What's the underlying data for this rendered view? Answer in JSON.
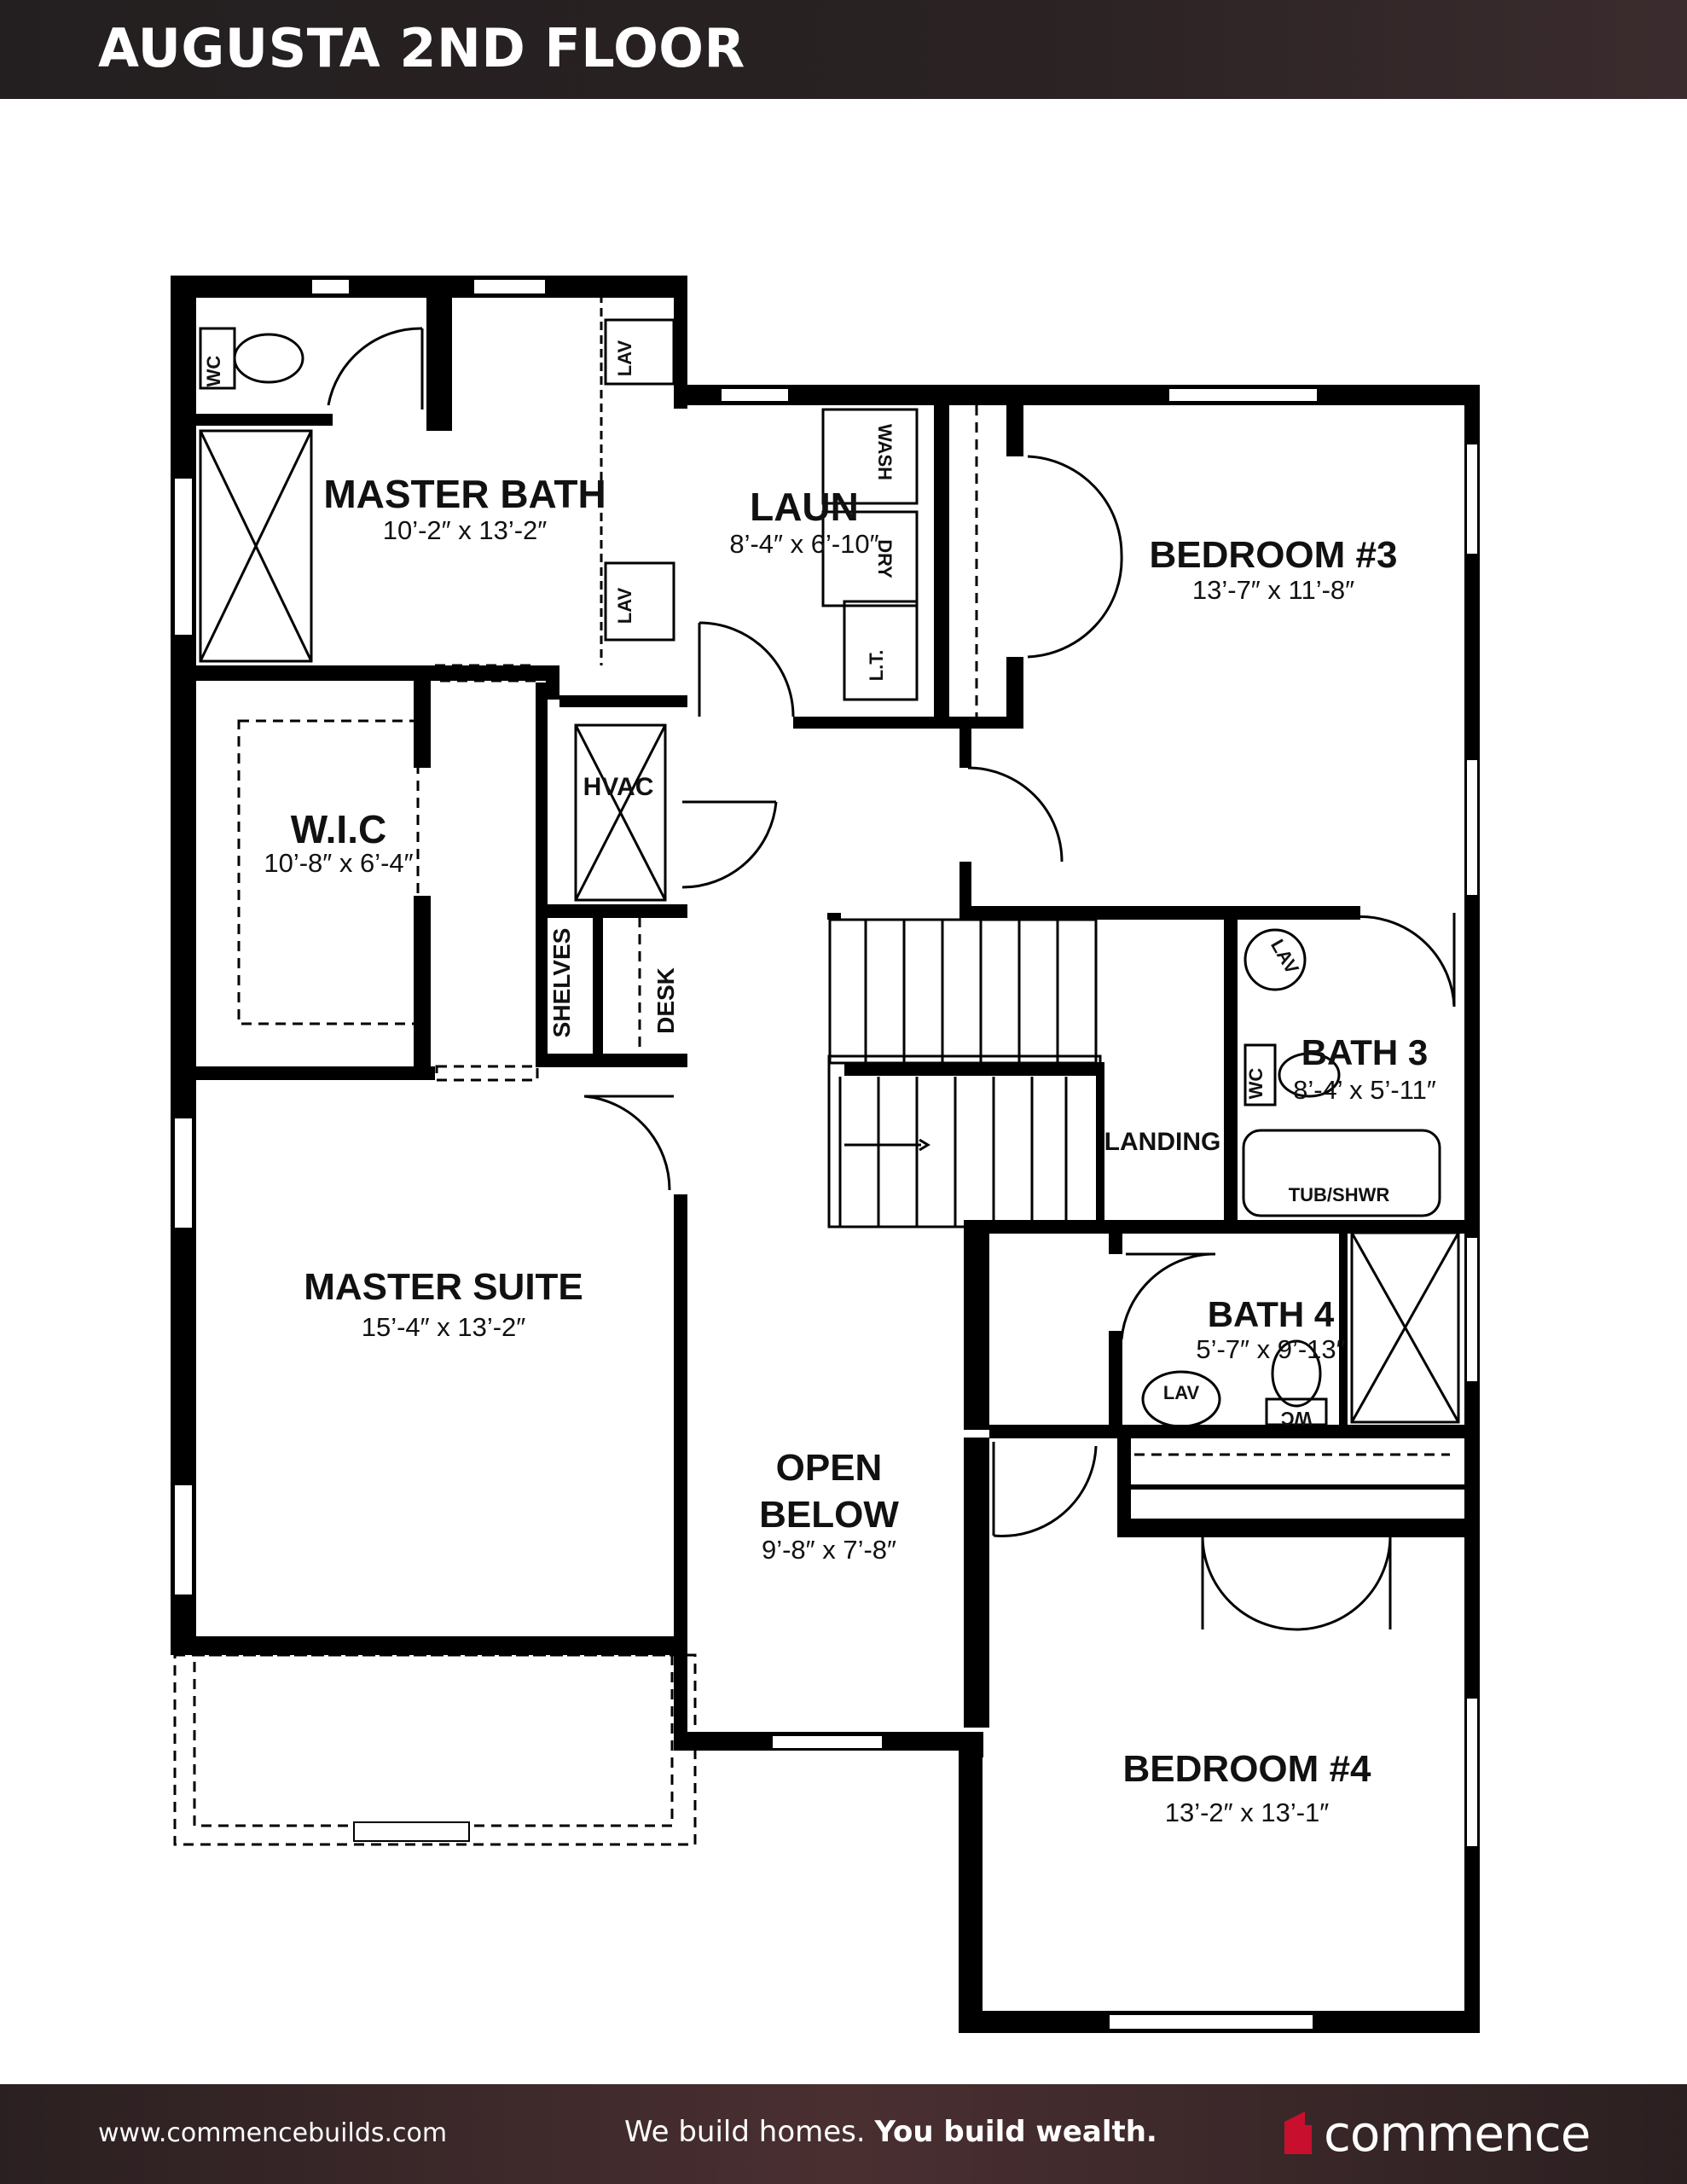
{
  "header": {
    "title": "AUGUSTA 2ND FLOOR"
  },
  "rooms": {
    "master_bath": {
      "name": "MASTER BATH",
      "dims": "10’-2″ x 13’-2″"
    },
    "laun": {
      "name": "LAUN",
      "dims": "8’-4″ x 6’-10″"
    },
    "bedroom3": {
      "name": "BEDROOM #3",
      "dims": "13’-7″ x 11’-8″"
    },
    "wic": {
      "name": "W.I.C",
      "dims": "10’-8″ x 6’-4″"
    },
    "bath3": {
      "name": "BATH 3",
      "dims": "8’-4’ x 5’-11″"
    },
    "master_suite": {
      "name": "MASTER SUITE",
      "dims": "15’-4″ x 13’-2″"
    },
    "bath4": {
      "name": "BATH 4",
      "dims": "5’-7″ x 9’-13″"
    },
    "open_below": {
      "name_line1": "OPEN",
      "name_line2": "BELOW",
      "dims": "9’-8″ x 7’-8″"
    },
    "bedroom4": {
      "name": "BEDROOM #4",
      "dims": "13’-2″ x 13’-1″"
    }
  },
  "fixtures": {
    "wc": "WC",
    "lav": "LAV",
    "wash": "WASH",
    "dry": "DRY",
    "lt": "L.T.",
    "hvac": "HVAC",
    "shelves": "SHELVES",
    "desk": "DESK",
    "landing": "LANDING",
    "tub": "TUB/SHWR"
  },
  "footer": {
    "url": "www.commencebuilds.com",
    "tagline_normal": "We build homes. ",
    "tagline_bold": "You build wealth.",
    "brand": "commence",
    "brand_mark_color": "#c8102e"
  }
}
